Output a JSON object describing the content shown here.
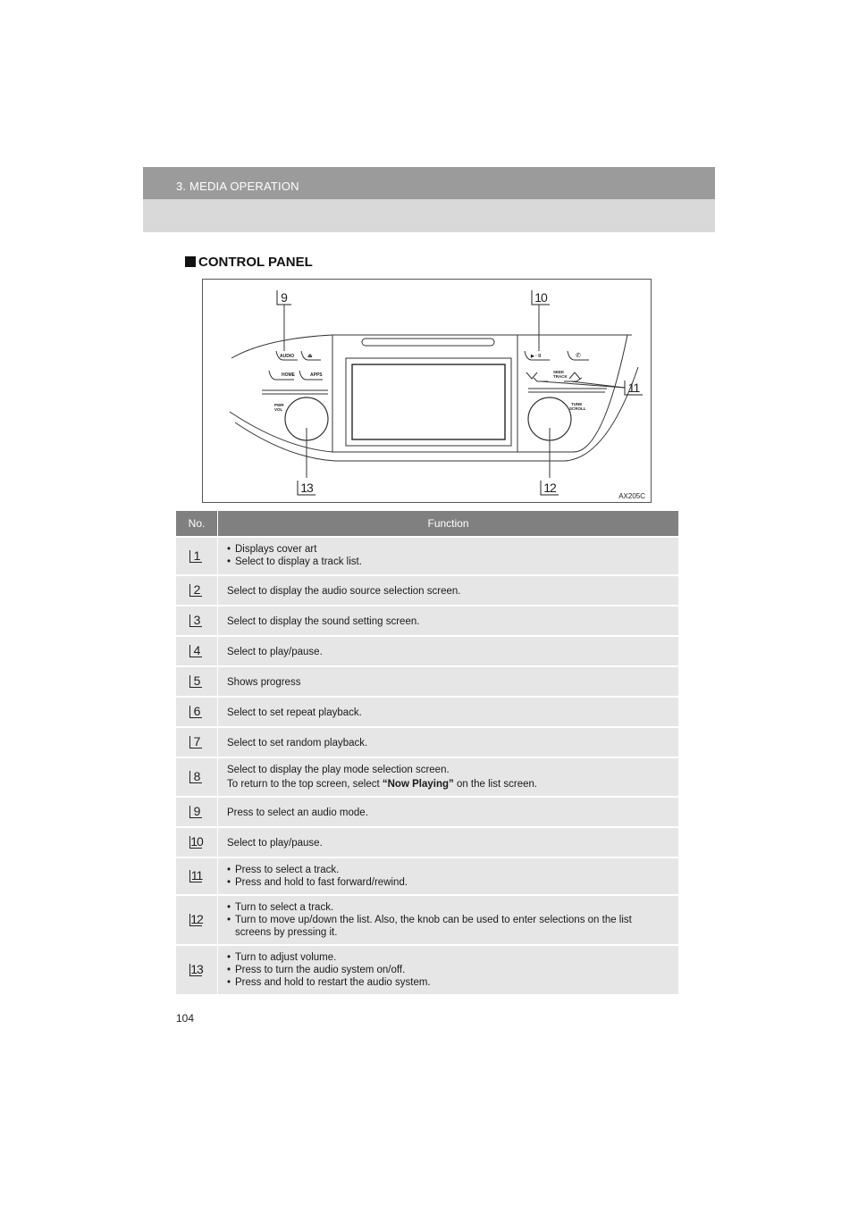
{
  "header": {
    "title": "3. MEDIA OPERATION"
  },
  "section": {
    "title": "CONTROL PANEL"
  },
  "figure": {
    "code": "AX205C",
    "callouts": [
      "9",
      "10",
      "11",
      "12",
      "13"
    ],
    "button_labels": {
      "audio": "AUDIO",
      "eject": "⏏",
      "home": "HOME",
      "apps": "APPS",
      "play_pause": "▶ · II",
      "seek_track_1": "SEEK",
      "seek_track_2": "TRACK",
      "pwr_vol_1": "PWR",
      "pwr_vol_2": "VOL",
      "tune_scroll_1": "TUNE",
      "tune_scroll_2": "SCROLL"
    }
  },
  "table": {
    "headers": {
      "no": "No.",
      "function": "Function"
    },
    "rows": [
      {
        "no": "1",
        "lines": [
          "Displays cover art",
          "Select to display a track list."
        ],
        "bullets": true
      },
      {
        "no": "2",
        "lines": [
          "Select to display the audio source selection screen."
        ],
        "bullets": false
      },
      {
        "no": "3",
        "lines": [
          "Select to display the sound setting screen."
        ],
        "bullets": false
      },
      {
        "no": "4",
        "lines": [
          "Select to play/pause."
        ],
        "bullets": false
      },
      {
        "no": "5",
        "lines": [
          "Shows progress"
        ],
        "bullets": false
      },
      {
        "no": "6",
        "lines": [
          "Select to set repeat playback."
        ],
        "bullets": false
      },
      {
        "no": "7",
        "lines": [
          "Select to set random playback."
        ],
        "bullets": false
      },
      {
        "no": "8",
        "lines": [
          "Select to display the play mode selection screen."
        ],
        "bullets": false,
        "extra": {
          "before": "To return to the top screen, select ",
          "bold": "“Now Playing”",
          "after": " on the list screen."
        }
      },
      {
        "no": "9",
        "lines": [
          "Press to select an audio mode."
        ],
        "bullets": false
      },
      {
        "no": "10",
        "lines": [
          "Select to play/pause."
        ],
        "bullets": false
      },
      {
        "no": "11",
        "lines": [
          "Press to select a track.",
          "Press and hold to fast forward/rewind."
        ],
        "bullets": true
      },
      {
        "no": "12",
        "lines": [
          "Turn to select a track.",
          "Turn to move up/down the list. Also, the knob can be used to enter selections on the list screens by pressing it."
        ],
        "bullets": true
      },
      {
        "no": "13",
        "lines": [
          "Turn to adjust volume.",
          "Press to turn the audio system on/off.",
          "Press and hold to restart the audio system."
        ],
        "bullets": true
      }
    ]
  },
  "page_number": "104"
}
